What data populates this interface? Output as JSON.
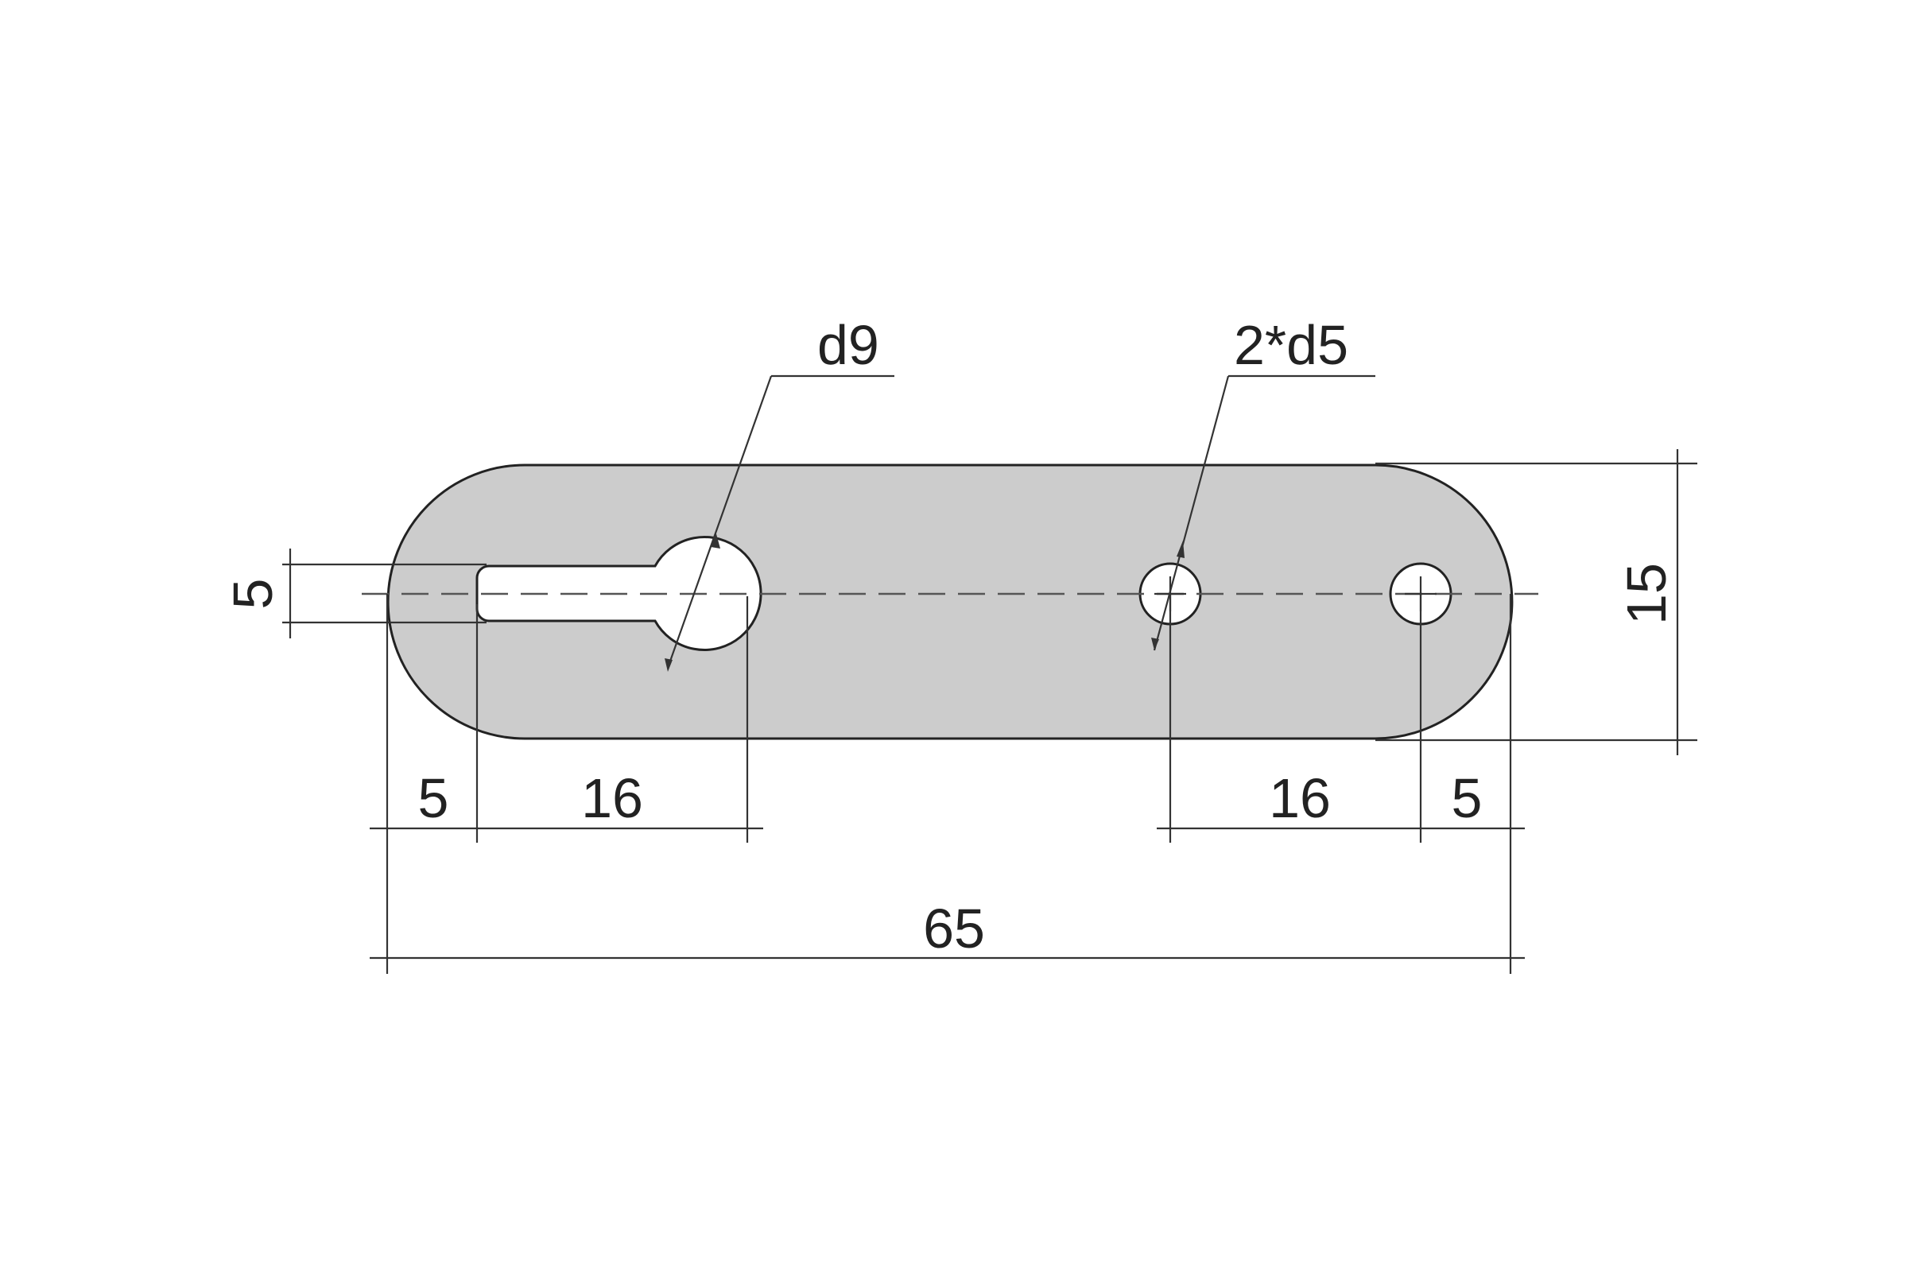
{
  "colors": {
    "plate_fill": "#cccccc",
    "outline": "#222222",
    "hole_fill": "#ffffff",
    "dimension_line": "#333333"
  },
  "labels": {
    "keyhole_diameter": "d9",
    "holes_diameter": "2*d5",
    "slot_width": "5",
    "plate_height": "15",
    "left_edge_to_slot": "5",
    "slot_to_keyhole_center": "16",
    "hole_to_hole": "16",
    "hole_to_right_edge": "5",
    "overall_length": "65"
  }
}
